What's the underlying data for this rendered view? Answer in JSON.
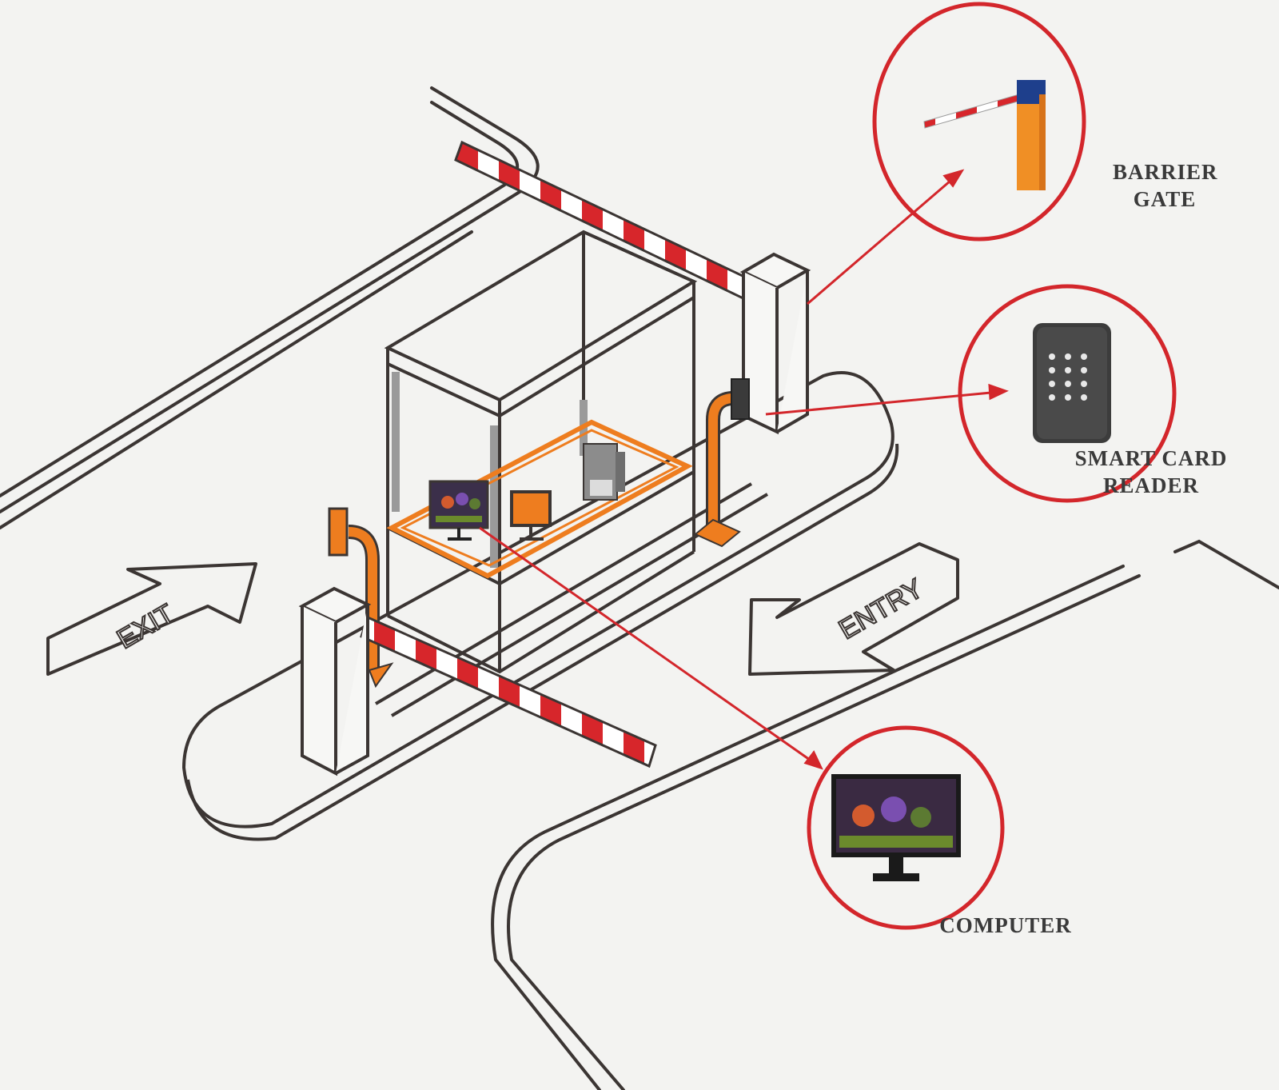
{
  "labels": {
    "barrier_gate": [
      "BARRIER",
      "GATE"
    ],
    "smart_card_reader": [
      "SMART CARD",
      "READER"
    ],
    "computer": "COMPUTER",
    "exit": "EXIT",
    "entry": "ENTRY"
  },
  "colors": {
    "line": "#3b3533",
    "callout": "#d3262b",
    "stripe_red": "#d7262b",
    "orange": "#ee7d1f",
    "background": "#f3f3f1"
  },
  "icons": [
    "barrier-gate-icon",
    "smart-card-reader-icon",
    "computer-monitor-icon"
  ]
}
